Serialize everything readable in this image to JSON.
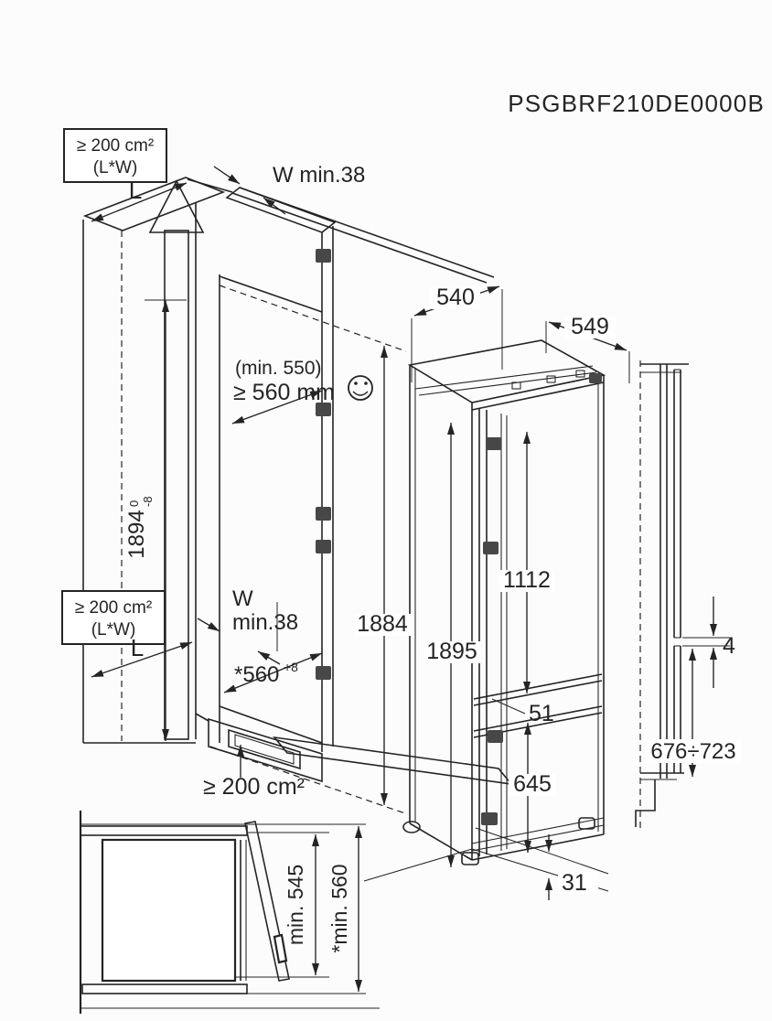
{
  "title": {
    "model_number": "PSGBRF210DE0000B"
  },
  "colors": {
    "line": "#242424",
    "airflow": "#b5b5b5",
    "wall_fill": "#969696",
    "background": "#fcfcfc"
  },
  "ventilation": {
    "top_box": {
      "line1": "≥ 200 cm²",
      "line2": "(L*W)"
    },
    "mid_box": {
      "line1": "≥ 200 cm²",
      "line2": "(L*W)"
    },
    "bottom_area": "≥ 200 cm²",
    "length_top": "L",
    "length_mid": "L"
  },
  "niche": {
    "wall_top": "W min.38",
    "wall_mid_line1": "W",
    "wall_mid_line2": "min.38",
    "depth_note": "(min. 550)",
    "depth_min": "≥ 560 mm",
    "width_value": "*560",
    "width_tolerance": "+8",
    "height_value": "1894",
    "height_tol_upper": "0",
    "height_tol_lower": "-8",
    "inner_height": "1884"
  },
  "appliance": {
    "width": "540",
    "depth": "549",
    "height": "1895",
    "upper_door_height": "1112",
    "door_gap": "51",
    "lower_door_height": "645",
    "base_height": "31"
  },
  "door_panels": {
    "gap": "4",
    "lower_panel_height_range": "676÷723"
  },
  "top_view": {
    "min_depth_door_open": "min. 545",
    "min_depth_total": "*min. 560"
  }
}
